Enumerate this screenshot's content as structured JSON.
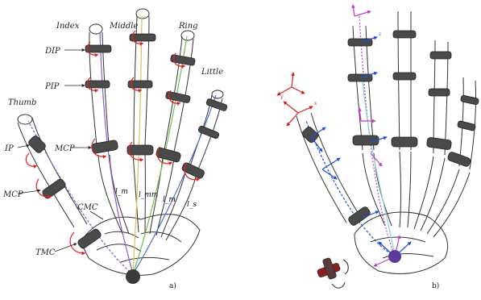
{
  "figure_a": {
    "finger_labels": {
      "index": "Index",
      "middle": "Middle",
      "ring": "Ring",
      "little": "Little",
      "thumb": "Thumb"
    },
    "joint_labels": {
      "dip": "DIP",
      "pip": "PIP",
      "mcp": "MCP",
      "ip": "IP",
      "thumb_mcp": "MCP",
      "cmc": "CMC",
      "tmc": "TMC"
    },
    "length_labels": [
      "l_m",
      "l_mm",
      "l_m",
      "l_s"
    ],
    "panel_label": "a)"
  },
  "figure_b": {
    "panel_label": "b)",
    "axis_labels": [
      "x",
      "y",
      "z"
    ]
  },
  "colors": {
    "bone_outline": "#333333",
    "joint_cylinder": "#4a4a4a",
    "rotation_arrow": "#e02020",
    "axis_blue": "#1f4fd8",
    "axis_magenta": "#c040c0",
    "axis_red": "#d02020",
    "origin_ball": "#3a3a3a",
    "line_purple": "#8a5cc8",
    "line_yellow": "#d8c25a",
    "line_green": "#6fbf4a",
    "line_blue": "#4a6fd0",
    "line_cyan": "#7fd8d0"
  }
}
